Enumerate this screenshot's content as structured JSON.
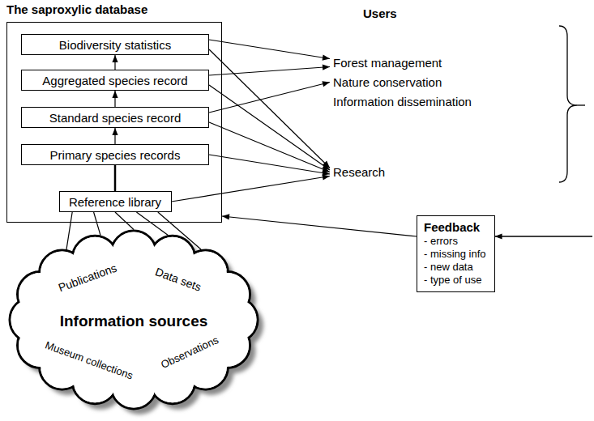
{
  "diagram": {
    "nodes": [
      {
        "text": [
          "The saproxylic database"
        ]
      },
      {
        "text": [
          "Biodiversity statistics"
        ],
        "in": 0
      },
      {
        "text": [
          "Aggregated species record"
        ],
        "in": 0
      },
      {
        "text": [
          "Standard species record"
        ],
        "in": 0
      },
      {
        "text": [
          "Primary species records"
        ],
        "in": 0
      },
      {
        "text": [
          "Reference library"
        ],
        "in": 0
      },
      {
        "text": [
          "Forest management"
        ]
      },
      {
        "text": [
          "Nature conservation"
        ]
      },
      {
        "text": [
          "Information dissemination"
        ]
      },
      {
        "text": [
          "Research"
        ]
      },
      {
        "text": [
          "Feedback",
          "- errors",
          "- missing info",
          "- new data",
          "- type of use"
        ]
      },
      {
        "text": [
          "Information sources",
          "Publications",
          "Data sets",
          "Museum collections",
          "Observations"
        ]
      }
    ],
    "edges": [
      {
        "from": 5,
        "to": 4,
        "arrow": "none"
      },
      {
        "from": 4,
        "to": 3,
        "arrow": "to"
      },
      {
        "from": 3,
        "to": 2,
        "arrow": "to"
      },
      {
        "from": 2,
        "to": 1,
        "arrow": "to"
      },
      {
        "from": 1,
        "to": 6,
        "arrow": "to"
      },
      {
        "from": 1,
        "to": 9,
        "arrow": "to"
      },
      {
        "from": 2,
        "to": 6,
        "arrow": "to"
      },
      {
        "from": 2,
        "to": 9,
        "arrow": "to"
      },
      {
        "from": 3,
        "to": 7,
        "arrow": "to"
      },
      {
        "from": 3,
        "to": 9,
        "arrow": "to"
      },
      {
        "from": 4,
        "to": 9,
        "arrow": "to"
      },
      {
        "from": 5,
        "to": 9,
        "arrow": "to"
      },
      {
        "from": 10,
        "to": 0,
        "arrow": "to"
      },
      {
        "from": 11,
        "to": 5,
        "arrow": "none"
      },
      {
        "from": 11,
        "to": 5,
        "arrow": "none"
      },
      {
        "from": 11,
        "to": 5,
        "arrow": "none"
      },
      {
        "from": 11,
        "to": 5,
        "arrow": "none"
      },
      {
        "from": 11,
        "to": 5,
        "arrow": "none"
      }
    ],
    "labels": [
      "Users"
    ]
  }
}
